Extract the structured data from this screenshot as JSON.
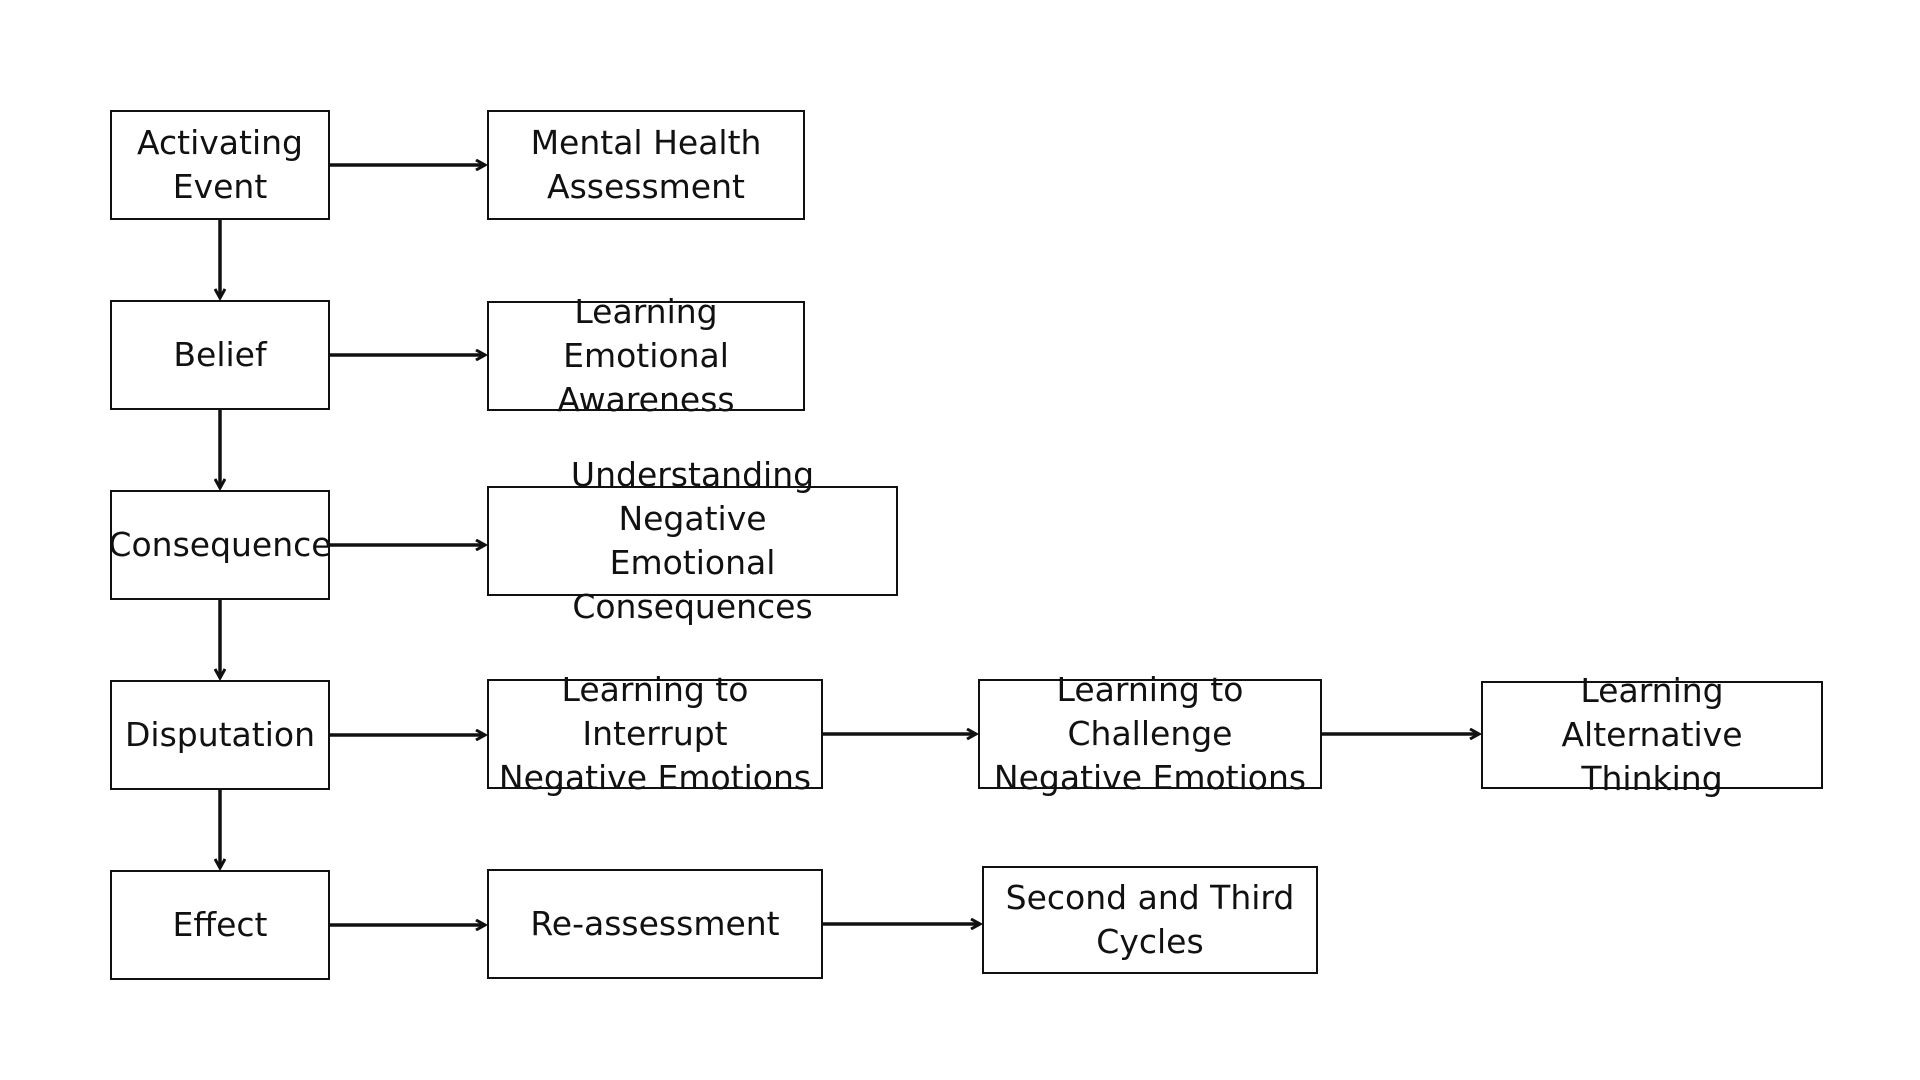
{
  "diagram": {
    "nodes": {
      "activating_event": "Activating\nEvent",
      "belief": "Belief",
      "consequence": "Consequence",
      "disputation": "Disputation",
      "effect": "Effect",
      "mental_health_assessment": "Mental Health\nAssessment",
      "learning_emotional_awareness": "Learning Emotional\nAwareness",
      "understanding_negative_consequences": "Understanding Negative\nEmotional Consequences",
      "learning_to_interrupt": "Learning to Interrupt\nNegative Emotions",
      "learning_to_challenge": "Learning to Challenge\nNegative Emotions",
      "learning_alternative_thinking": "Learning Alternative\nThinking",
      "reassessment": "Re-assessment",
      "second_third_cycles": "Second and Third\nCycles"
    },
    "edges": [
      {
        "from": "activating_event",
        "to": "belief"
      },
      {
        "from": "belief",
        "to": "consequence"
      },
      {
        "from": "consequence",
        "to": "disputation"
      },
      {
        "from": "disputation",
        "to": "effect"
      },
      {
        "from": "activating_event",
        "to": "mental_health_assessment"
      },
      {
        "from": "belief",
        "to": "learning_emotional_awareness"
      },
      {
        "from": "consequence",
        "to": "understanding_negative_consequences"
      },
      {
        "from": "disputation",
        "to": "learning_to_interrupt"
      },
      {
        "from": "learning_to_interrupt",
        "to": "learning_to_challenge"
      },
      {
        "from": "learning_to_challenge",
        "to": "learning_alternative_thinking"
      },
      {
        "from": "effect",
        "to": "reassessment"
      },
      {
        "from": "reassessment",
        "to": "second_third_cycles"
      }
    ],
    "colors": {
      "stroke": "#111111",
      "background": "#ffffff"
    }
  }
}
